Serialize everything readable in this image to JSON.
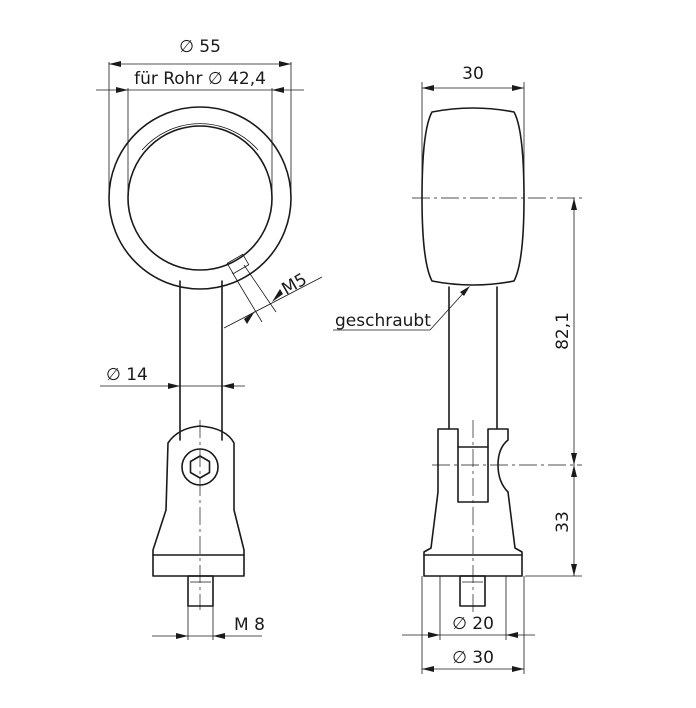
{
  "dimensions": {
    "outer_diameter": "∅ 55",
    "pipe_diameter": "für Rohr ∅ 42,4",
    "screw": "M5",
    "stem_diameter": "∅ 14",
    "thread": "M 8",
    "width_top": "30",
    "height_upper": "82,1",
    "height_lower": "33",
    "base_inner": "∅ 20",
    "base_outer": "∅ 30"
  },
  "notes": {
    "screwed": "geschraubt"
  }
}
